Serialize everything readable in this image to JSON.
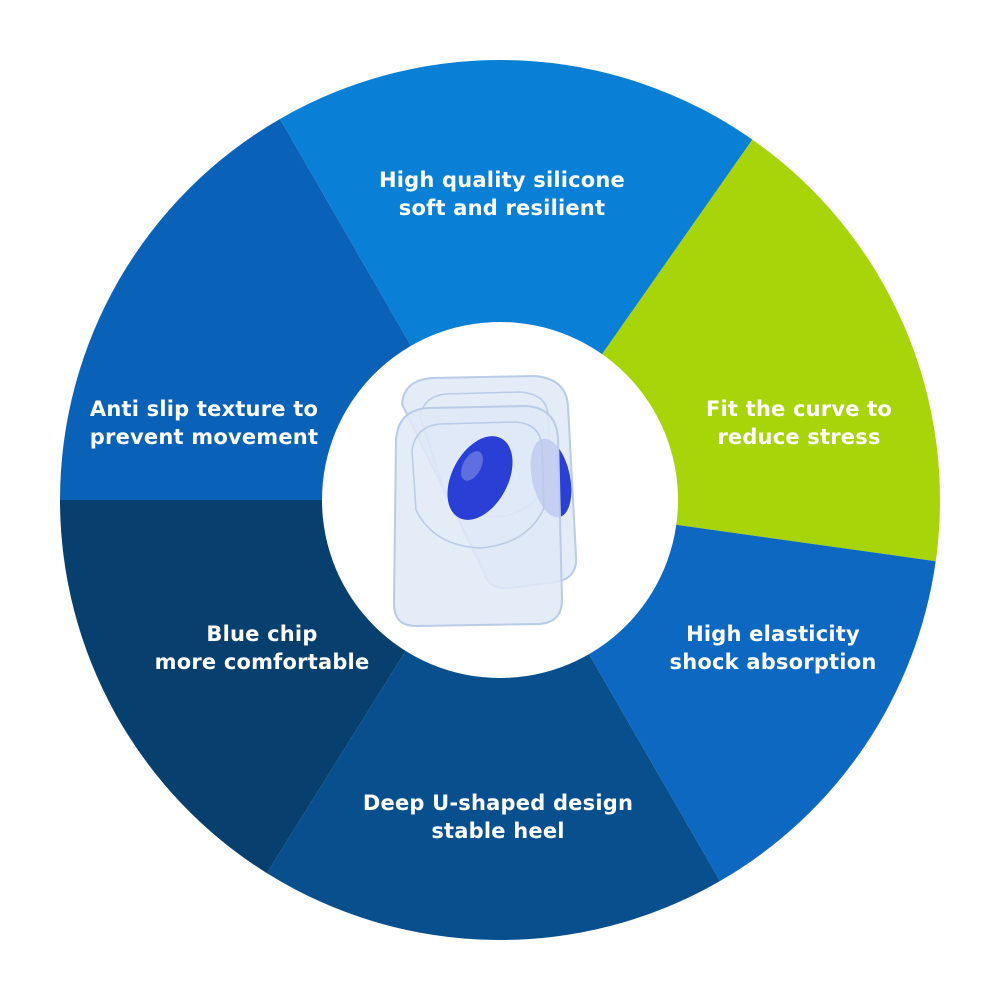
{
  "colors": {
    "background": "#ffffff",
    "center": "#ffffff",
    "text": "#ffffff",
    "insole_clear": "#dfe9f7",
    "insole_edge": "#b9cbe6",
    "chip": "#2a3fd6"
  },
  "segments": [
    {
      "id": "top",
      "color": "#0a7fd6",
      "line1": "High quality silicone",
      "line2": "soft and resilient"
    },
    {
      "id": "upper-right",
      "color": "#a8d40a",
      "line1": "Fit the curve to",
      "line2": "reduce stress"
    },
    {
      "id": "lower-right",
      "color": "#0d68c2",
      "line1": "High elasticity",
      "line2": "shock absorption"
    },
    {
      "id": "bottom",
      "color": "#084f8e",
      "line1": "Deep U-shaped design",
      "line2": "stable heel"
    },
    {
      "id": "lower-left",
      "color": "#073f6e",
      "line1": "Blue chip",
      "line2": "more comfortable"
    },
    {
      "id": "upper-left",
      "color": "#0a62b8",
      "line1": "Anti slip texture to",
      "line2": "prevent movement"
    }
  ]
}
